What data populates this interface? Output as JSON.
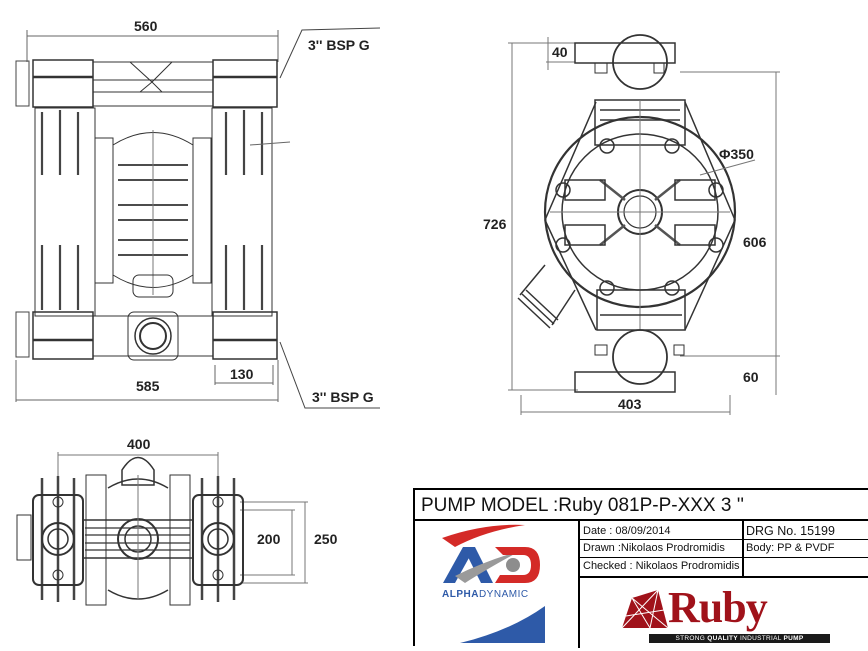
{
  "drawing": {
    "front_view": {
      "dimensions": {
        "top_width": "560",
        "bottom_width": "585",
        "port_offset": "130",
        "top_port_label": "3'' BSP G",
        "bottom_port_label": "3'' BSP G"
      }
    },
    "side_view": {
      "dimensions": {
        "top_flange": "40",
        "diameter": "Φ350",
        "overall_height": "726",
        "port_height": "606",
        "bottom_flange": "60",
        "width": "403"
      }
    },
    "top_view": {
      "dimensions": {
        "center_distance": "400",
        "inner_depth": "200",
        "outer_depth": "250"
      }
    }
  },
  "title_block": {
    "title": "PUMP MODEL :Ruby 081P-P-XXX 3 ''",
    "date": "Date : 08/09/2014",
    "drawn": "Drawn :Nikolaos Prodromidis",
    "checked": "Checked : Nikolaos Prodromidis",
    "drg_no": "DRG No. 15199",
    "body": "Body: PP & PVDF",
    "empty_cell": "",
    "left_logo": {
      "name_bold": "ALPHA",
      "name_light": "DYNAMIC",
      "colors": {
        "red": "#d42a27",
        "blue": "#2e5aa8",
        "grey": "#9a9a9a"
      }
    },
    "right_logo": {
      "word": "Ruby",
      "tagline_pre": "STRONG ",
      "tagline_bold": "QUALITY",
      "tagline_mid": " INDUSTRIAL ",
      "tagline_end": "PUMP",
      "color": "#a0121a"
    }
  }
}
